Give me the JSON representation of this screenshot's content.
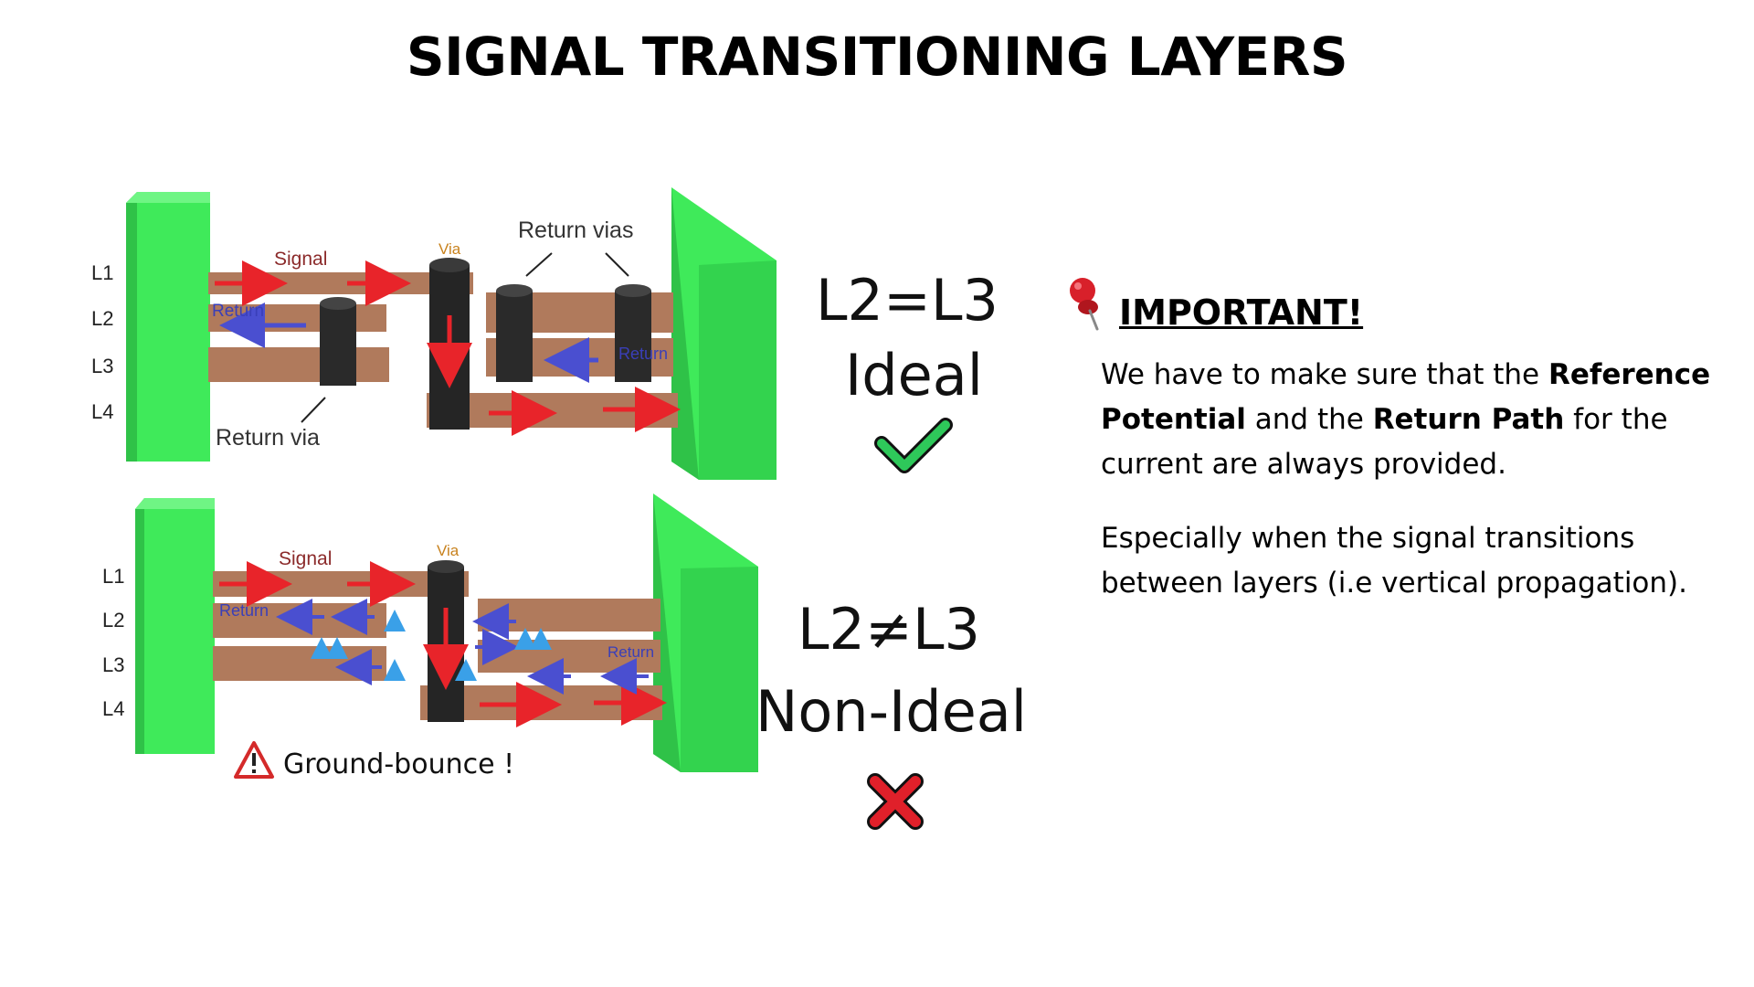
{
  "title": "SIGNAL TRANSITIONING LAYERS",
  "top_diagram": {
    "layers": [
      "L1",
      "L2",
      "L3",
      "L4"
    ],
    "signal_label": "Signal",
    "return_label": "Return",
    "via_label": "Via",
    "return_vias_label": "Return vias",
    "return_via_label": "Return via",
    "return_right_label": "Return",
    "condition": "L2=L3",
    "verdict": "Ideal",
    "verdict_icon": "checkmark-icon"
  },
  "bottom_diagram": {
    "layers": [
      "L1",
      "L2",
      "L3",
      "L4"
    ],
    "signal_label": "Signal",
    "return_label": "Return",
    "via_label": "Via",
    "return_right_label": "Return",
    "warning": "Ground-bounce !",
    "warning_icon": "warning-icon",
    "condition": "L2≠L3",
    "verdict": "Non-Ideal",
    "verdict_icon": "cross-icon"
  },
  "note": {
    "icon": "pushpin-icon",
    "heading": "IMPORTANT!",
    "p1_a": "We have to make sure that the ",
    "p1_b": "Reference Potential",
    "p1_c": " and the ",
    "p1_d": "Return Path",
    "p1_e": " for the current are always provided.",
    "p2": "Especially when the  signal transitions between layers (i.e vertical propagation)."
  },
  "colors": {
    "plane_green": "#3fea5a",
    "trace_brown": "#b07a5c",
    "signal_red": "#e8242a",
    "return_blue": "#4a4fd0",
    "check_green": "#2ec85a",
    "cross_red": "#e0202a"
  }
}
